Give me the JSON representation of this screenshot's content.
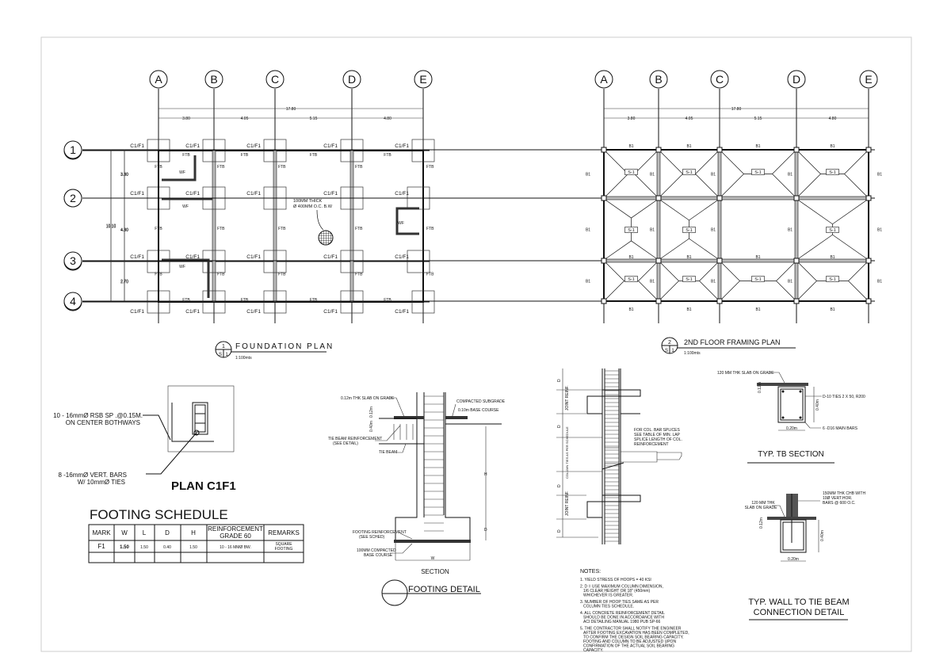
{
  "sheet": {
    "border_color": "#cccccc",
    "ink_color": "#111111"
  },
  "grid": {
    "columns": [
      "A",
      "B",
      "C",
      "D",
      "E"
    ],
    "rows": [
      "1",
      "2",
      "3",
      "4"
    ],
    "overall_width": "17.80",
    "spans_x": [
      "3.80",
      "4.05",
      "5.15",
      "4.80"
    ],
    "overall_depth": "10.10",
    "spans_y": [
      "3.30",
      "4.30",
      "2.70"
    ]
  },
  "foundation_plan": {
    "title": "FOUNDATION PLAN",
    "scale": "1:100mts",
    "ref_number": "1",
    "ref_sheet": "S",
    "ref_sheet_no": "1",
    "column_label": "C1/F1",
    "tie_beam_label": "FTB",
    "wall_footing_label": "WF",
    "slab_note_line1": "100MM THICK",
    "slab_note_line2": "Ø 400MM O.C. B.W"
  },
  "framing_plan": {
    "title": "2ND FLOOR FRAMING  PLAN",
    "scale": "1:100mts",
    "ref_number": "2",
    "ref_sheet": "S",
    "ref_sheet_no": "1",
    "beam_label": "B1",
    "slab_label": "S-1"
  },
  "plan_c1f1": {
    "title": "PLAN C1F1",
    "note1_line1": "10 - 16mmØ RSB SP .@0.15M.",
    "note1_line2": "ON CENTER BOTHWAYS",
    "note2_line1": "8 -16mmØ VERT. BARS",
    "note2_line2": "W/ 10mmØ TIES"
  },
  "footing_schedule": {
    "title": "FOOTING SCHEDULE",
    "headers": [
      "MARK",
      "W",
      "L",
      "D",
      "H",
      "REINFORCEMENT GRADE 60",
      "REMARKS"
    ],
    "header_reinf_line1": "REINFORCEMENT",
    "header_reinf_line2": "GRADE 60",
    "rows": [
      {
        "mark": "F1",
        "w": "1.50",
        "l": "1.50",
        "d": "0.40",
        "h": "1.50",
        "reinforcement": "10 -  16 MMØ BW.",
        "remarks_line1": "SQUARE",
        "remarks_line2": "FOOTING"
      }
    ]
  },
  "footing_detail": {
    "title": "FOOTING DETAIL",
    "section_label": "SECTION",
    "slab_note": "0.12m THK SLAB ON GRADE",
    "subgrade_note": "COMPACTED SUBGRADE",
    "base_course_note": "0.10m BASE COURSE",
    "tb_reinf_line1": "TIE BEAM REINFORCEMENT",
    "tb_reinf_line2": "(SEE DETAIL)",
    "tie_beam_note": "TIE BEAM",
    "ftg_reinf_line1": "FOOTING REINFORCEMENT",
    "ftg_reinf_line2": "(SEE SCHED)",
    "base_line1": "100MM COMPACTED",
    "base_line2": "BASE COURSE",
    "dim_slab": "0.12m",
    "dim_beam": "0.40m",
    "dim_w": "W",
    "dim_h": "H",
    "dim_d": "D"
  },
  "column_detail": {
    "splice_note": [
      "FOR COL. BAR SPLICES",
      "SEE TABLE OF MIN. LAP",
      "SPLICE LENGTH OF COL.",
      "REINFORCEMENT"
    ],
    "dim_labels": [
      "D",
      "JOINT REINF.",
      "D",
      "COLUMN TIES AS PER SCHEDULE",
      "D",
      "JOINT REINF.",
      "D"
    ]
  },
  "notes": {
    "title": "NOTES:",
    "items": [
      [
        "1. YIELD STRESS OF HOOPS = 40 KSI"
      ],
      [
        "2. D = USE MAXIMUM COLUMN DIMENSION,",
        "1/6 CLEAR HEIGHT OR 18\" (450mm)",
        "WHICHEVER IS GREATER."
      ],
      [
        "3. NUMBER OF HOOP TIES SAME AS PER",
        "COLUMN TIES SCHEDULE."
      ],
      [
        "4. ALL CONCRETE REINFORCEMENT DETAIL",
        "SHOULD BE DONE IN ACCORDANCE WITH",
        "ACI DETAILING MANUAL 1980 PUB SP-66"
      ],
      [
        "5. THE CONTRACTOR SHALL NOTIFY THE ENGINEER",
        "AFTER FOOTING EXCAVATION HAS BEEN COMPLETED,",
        "TO CONFIRM THE DESIGN SOIL BEARING CAPACITY.",
        "FOOTING AND COLUMN TO BE ADJUSTED UPON",
        "CONFIRMATION OF THE ACTUAL SOIL BEARING",
        "CAPACITY."
      ]
    ]
  },
  "tb_section": {
    "title": "TYP. TB SECTION",
    "slab_note": "120 MM THK SLAB ON GRADE",
    "ties_note": "D-10 TIES 2 X 50, R200",
    "bars_note": "6 -D16 MAIN BARS",
    "dim_w": "0.20m",
    "dim_h": "0.40m",
    "dim_slab": "0.12m"
  },
  "wall_detail": {
    "title_line1": "TYP. WALL TO TIE BEAM",
    "title_line2": "CONNECTION DETAIL",
    "slab_line1": "120 MM THK",
    "slab_line2": "SLAB ON GRADE",
    "chb_line1": "150MM THK CHB WITH",
    "chb_line2": "10Ø VERT.HOR.",
    "chb_line3": "BARS @ 600 O.C.",
    "dim_w": "0.20m",
    "dim_h": "0.40m",
    "dim_slab": "0.12m"
  }
}
